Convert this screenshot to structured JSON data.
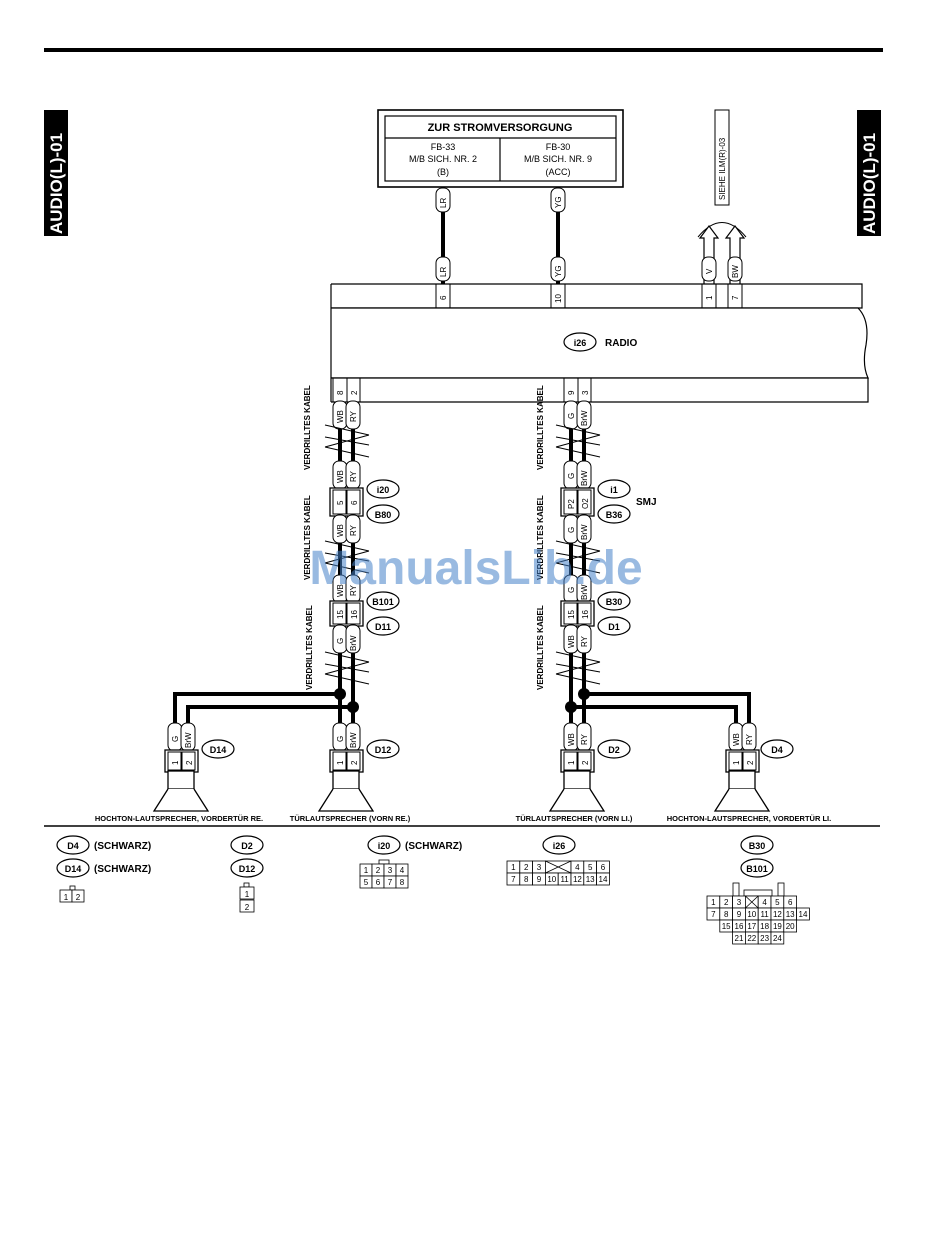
{
  "side_tab": "AUDIO(L)-01",
  "power": {
    "title": "ZUR STROMVERSORGUNG",
    "left": {
      "code": "FB-33",
      "label": "M/B SICH. NR. 2",
      "mode": "(B)"
    },
    "right": {
      "code": "FB-30",
      "label": "M/B SICH. NR. 9",
      "mode": "(ACC)"
    }
  },
  "siehe": "SIEHE ILM(R)-03",
  "radio": {
    "id": "i26",
    "label": "RADIO"
  },
  "top_pins": [
    {
      "wire": "LR",
      "pin": "6"
    },
    {
      "wire": "YG",
      "pin": "10"
    },
    {
      "wire": "V",
      "pin": "1"
    },
    {
      "wire": "BW",
      "pin": "7"
    }
  ],
  "bottom_pins": [
    "8",
    "2",
    "9",
    "3"
  ],
  "twisted_cable": "VERDRILLTES KABEL",
  "connectors": {
    "i20": "i20",
    "B80": "B80",
    "B101": "B101",
    "D11": "D11",
    "i1": "i1",
    "B36": "B36",
    "B30": "B30",
    "D1": "D1",
    "D14": "D14",
    "D12": "D12",
    "D2": "D2",
    "D4": "D4"
  },
  "smj": "SMJ",
  "wires": {
    "left": {
      "a": "WB",
      "b": "RY",
      "c": "WB",
      "d": "RY",
      "e": "G",
      "f": "BrW"
    },
    "right": {
      "a": "G",
      "b": "BrW",
      "c": "G",
      "d": "BrW",
      "e": "WB",
      "f": "RY"
    }
  },
  "pins": {
    "left_i20": [
      "5",
      "6"
    ],
    "left_b101": [
      "15",
      "16"
    ],
    "right_i1": [
      "P2",
      "O2"
    ],
    "right_b30": [
      "15",
      "16"
    ],
    "speaker": [
      "1",
      "2"
    ]
  },
  "speakers": [
    {
      "label": "HOCHTON-LAUTSPRECHER, VORDERTÜR RE.",
      "wires": [
        "G",
        "BrW"
      ],
      "conn": "D14"
    },
    {
      "label": "TÜRLAUTSPRECHER (VORN RE.)",
      "wires": [
        "G",
        "BrW"
      ],
      "conn": "D12"
    },
    {
      "label": "TÜRLAUTSPRECHER (VORN LI.)",
      "wires": [
        "WB",
        "RY"
      ],
      "conn": "D2"
    },
    {
      "label": "HOCHTON-LAUTSPRECHER, VORDERTÜR LI.",
      "wires": [
        "WB",
        "RY"
      ],
      "conn": "D4"
    }
  ],
  "legend": {
    "g1": {
      "a": "D4",
      "a_color": "(SCHWARZ)",
      "b": "D14",
      "b_color": "(SCHWARZ)",
      "cells": [
        "1",
        "2"
      ]
    },
    "g2": {
      "a": "D2",
      "b": "D12",
      "cells": [
        "1",
        "2"
      ]
    },
    "g3": {
      "a": "i20",
      "a_color": "(SCHWARZ)",
      "cells": [
        "1",
        "2",
        "3",
        "4",
        "5",
        "6",
        "7",
        "8"
      ]
    },
    "g4": {
      "a": "i26",
      "cells": [
        "1",
        "2",
        "3",
        "4",
        "5",
        "6",
        "7",
        "8",
        "9",
        "10",
        "11",
        "12",
        "13",
        "14"
      ]
    },
    "g5": {
      "a": "B30",
      "b": "B101",
      "cells": [
        "1",
        "2",
        "3",
        "4",
        "5",
        "6",
        "7",
        "8",
        "9",
        "10",
        "11",
        "12",
        "13",
        "14",
        "15",
        "16",
        "17",
        "18",
        "19",
        "20",
        "21",
        "22",
        "23",
        "24"
      ]
    }
  },
  "watermark": "ManualsLib.de"
}
